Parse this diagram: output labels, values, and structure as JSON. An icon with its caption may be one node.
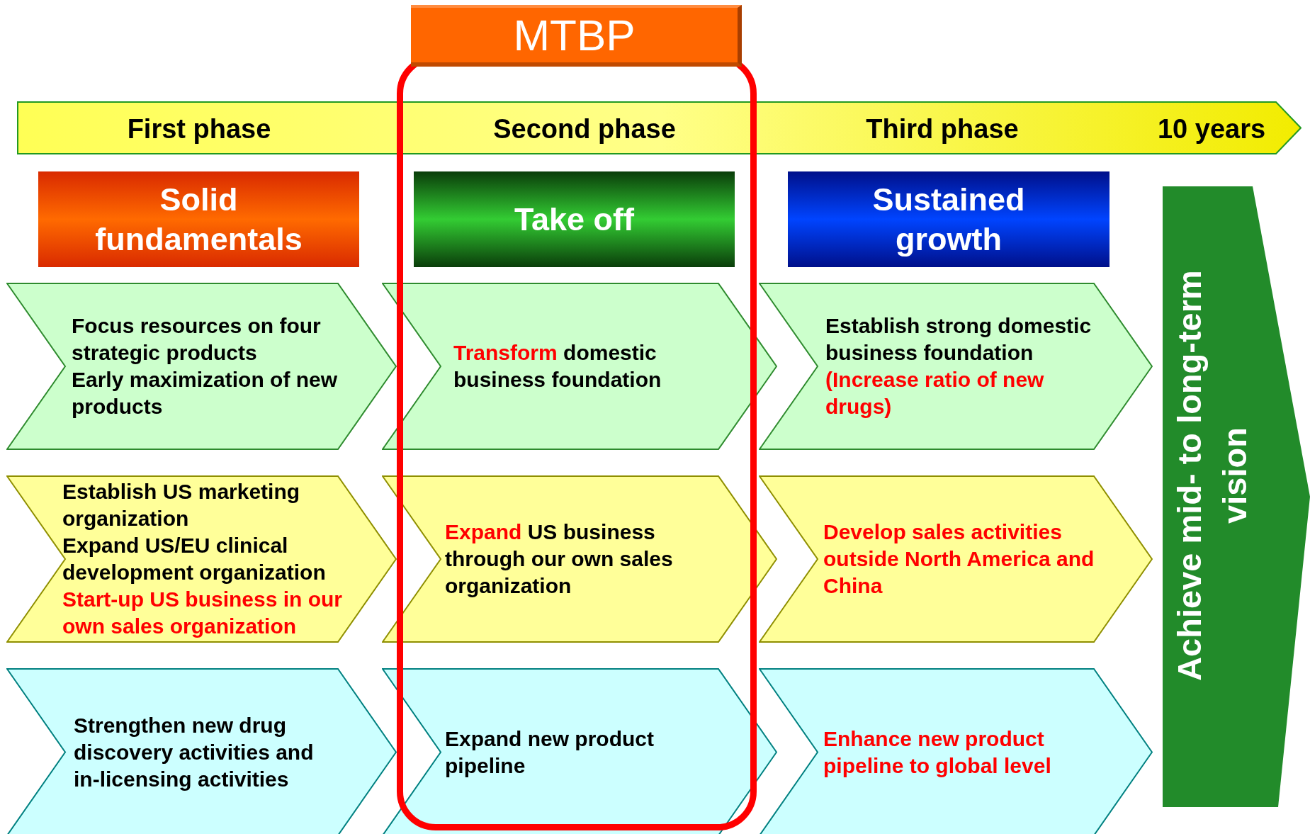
{
  "diagram": {
    "nodes": [
      {
        "text": [
          "First phase",
          "Second phase",
          "Third phase",
          "10 years"
        ]
      },
      {
        "text": [
          "MTBP"
        ]
      },
      {
        "text": [
          "Solid fundamentals"
        ]
      },
      {
        "text": [
          "Take off"
        ]
      },
      {
        "text": [
          "Sustained growth"
        ]
      },
      {
        "text": [
          "Focus resources on four strategic products",
          "Early maximization of new products"
        ]
      },
      {
        "text": [
          "Transform",
          "domestic business foundation"
        ]
      },
      {
        "text": [
          "Establish strong domestic business foundation",
          "(Increase ratio of new drugs)"
        ]
      },
      {
        "text": [
          "Establish US marketing organization",
          "Expand US/EU clinical development organization",
          "Start-up US business in our own sales organization"
        ]
      },
      {
        "text": [
          "Expand",
          "US business through our own sales organization"
        ]
      },
      {
        "text": [
          "Develop sales activities outside North America and China"
        ]
      },
      {
        "text": [
          "Strengthen new drug discovery activities and in-licensing activities"
        ]
      },
      {
        "text": [
          "Expand new product pipeline"
        ]
      },
      {
        "text": [
          "Enhance new product pipeline to global level"
        ]
      },
      {
        "text": [
          "Achieve mid- to long-term vision"
        ]
      }
    ]
  }
}
